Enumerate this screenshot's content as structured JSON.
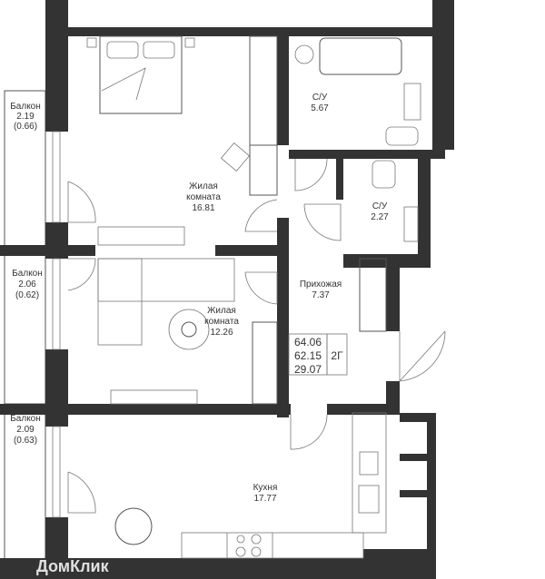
{
  "rooms": {
    "bedroom": {
      "name_line1": "Жилая",
      "name_line2": "комната",
      "area": "16.81"
    },
    "living": {
      "name_line1": "Жилая",
      "name_line2": "комната",
      "area": "12.26"
    },
    "bath_main": {
      "name": "С/У",
      "area": "5.67"
    },
    "bath_small": {
      "name": "С/У",
      "area": "2.27"
    },
    "hallway": {
      "name": "Прихожая",
      "area": "7.37"
    },
    "kitchen": {
      "name": "Кухня",
      "area": "17.77"
    }
  },
  "balconies": [
    {
      "name": "Балкон",
      "area": "2.19",
      "reduced": "(0.66)"
    },
    {
      "name": "Балкон",
      "area": "2.06",
      "reduced": "(0.62)"
    },
    {
      "name": "Балкон",
      "area": "2.09",
      "reduced": "(0.63)"
    }
  ],
  "summary": {
    "total": "64.06",
    "living_total": "62.15",
    "living": "29.07",
    "type": "2Г"
  },
  "watermark": "ДомКлик",
  "colors": {
    "wall": "#333333",
    "line": "#555555"
  }
}
